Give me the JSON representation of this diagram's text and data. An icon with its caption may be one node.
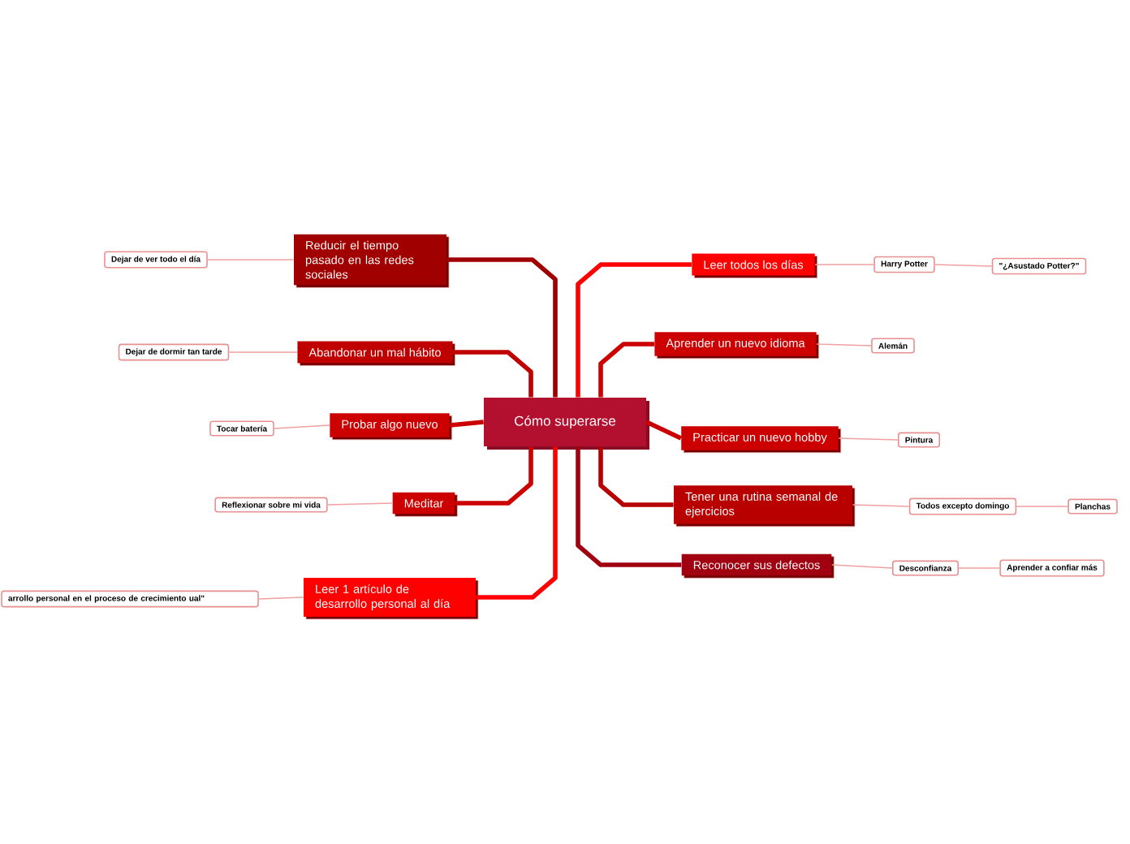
{
  "diagram": {
    "nodes": [
      {
        "text": [
          "Cómo superarse"
        ]
      },
      {
        "text": [
          "Reducir el tiempo pasado en las redes sociales"
        ]
      },
      {
        "text": [
          "Dejar de ver todo el día"
        ]
      },
      {
        "text": [
          "Abandonar un mal hábito"
        ]
      },
      {
        "text": [
          "Dejar de dormir tan tarde"
        ]
      },
      {
        "text": [
          "Probar algo nuevo"
        ]
      },
      {
        "text": [
          "Tocar batería"
        ]
      },
      {
        "text": [
          "Meditar"
        ]
      },
      {
        "text": [
          "Reflexionar sobre mi vida"
        ]
      },
      {
        "text": [
          "Leer 1 artículo de desarrollo personal al día"
        ]
      },
      {
        "text": [
          "arrollo personal en el proceso de crecimiento ual\""
        ]
      },
      {
        "text": [
          "Leer todos los días"
        ]
      },
      {
        "text": [
          "Harry Potter"
        ]
      },
      {
        "text": [
          "\"¿Asustado Potter?\""
        ]
      },
      {
        "text": [
          "Aprender un nuevo idioma"
        ]
      },
      {
        "text": [
          "Alemán"
        ]
      },
      {
        "text": [
          "Practicar un nuevo hobby"
        ]
      },
      {
        "text": [
          "Pintura"
        ]
      },
      {
        "text": [
          "Tener una rutina semanal de ejercicios"
        ]
      },
      {
        "text": [
          "Todos excepto domingo"
        ]
      },
      {
        "text": [
          "Planchas"
        ]
      },
      {
        "text": [
          "Reconocer sus defectos"
        ]
      },
      {
        "text": [
          "Desconfianza"
        ]
      },
      {
        "text": [
          "Aprender a confiar más"
        ]
      }
    ],
    "edges": [
      {
        "from": 0,
        "to": 1,
        "arrow": "none",
        "style": "thick",
        "color": "#a00000"
      },
      {
        "from": 0,
        "to": 3,
        "arrow": "none",
        "style": "thick",
        "color": "#c00000"
      },
      {
        "from": 0,
        "to": 5,
        "arrow": "none",
        "style": "thick",
        "color": "#cc0000"
      },
      {
        "from": 0,
        "to": 7,
        "arrow": "none",
        "style": "thick",
        "color": "#cc0000"
      },
      {
        "from": 0,
        "to": 9,
        "arrow": "none",
        "style": "thick",
        "color": "#ff0000"
      },
      {
        "from": 0,
        "to": 11,
        "arrow": "none",
        "style": "thick",
        "color": "#ff0000"
      },
      {
        "from": 0,
        "to": 14,
        "arrow": "none",
        "style": "thick",
        "color": "#cc0000"
      },
      {
        "from": 0,
        "to": 16,
        "arrow": "none",
        "style": "thick",
        "color": "#cc0000"
      },
      {
        "from": 0,
        "to": 18,
        "arrow": "none",
        "style": "thick",
        "color": "#b80000"
      },
      {
        "from": 0,
        "to": 21,
        "arrow": "none",
        "style": "thick",
        "color": "#a00010"
      },
      {
        "from": 1,
        "to": 2,
        "arrow": "none"
      },
      {
        "from": 3,
        "to": 4,
        "arrow": "none"
      },
      {
        "from": 5,
        "to": 6,
        "arrow": "none"
      },
      {
        "from": 7,
        "to": 8,
        "arrow": "none"
      },
      {
        "from": 9,
        "to": 10,
        "arrow": "none"
      },
      {
        "from": 11,
        "to": 12,
        "arrow": "none"
      },
      {
        "from": 12,
        "to": 13,
        "arrow": "none"
      },
      {
        "from": 14,
        "to": 15,
        "arrow": "none"
      },
      {
        "from": 16,
        "to": 17,
        "arrow": "none"
      },
      {
        "from": 18,
        "to": 19,
        "arrow": "none"
      },
      {
        "from": 19,
        "to": 20,
        "arrow": "none"
      },
      {
        "from": 21,
        "to": 22,
        "arrow": "none"
      },
      {
        "from": 22,
        "to": 23,
        "arrow": "none"
      }
    ]
  }
}
